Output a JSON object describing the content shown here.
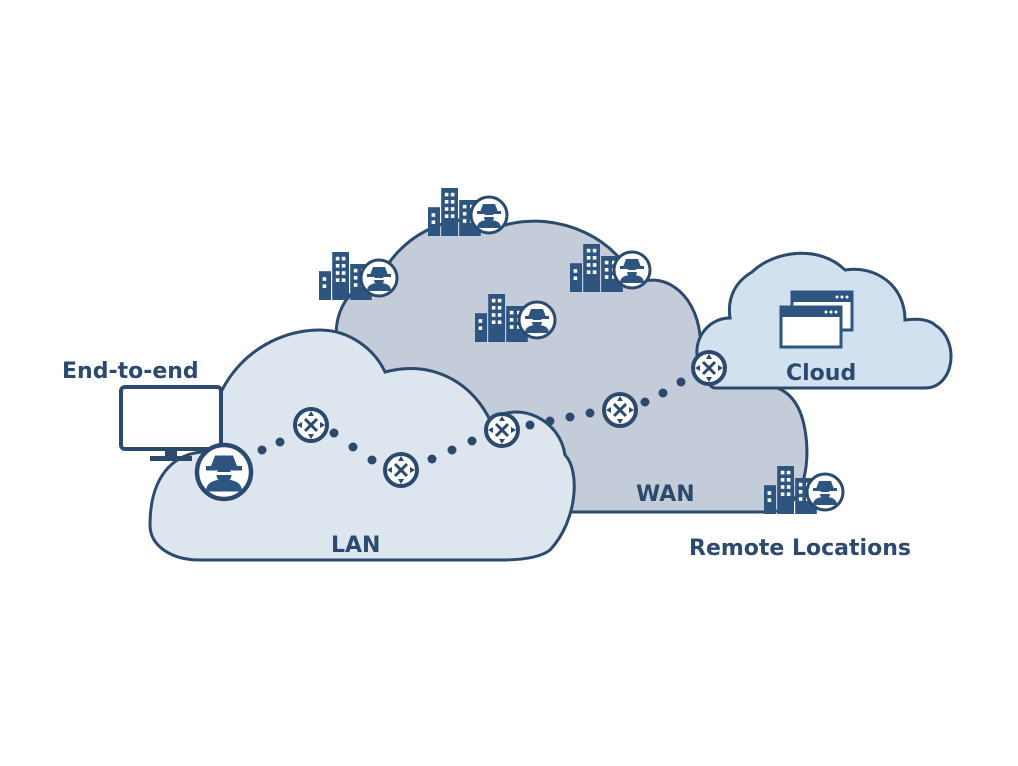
{
  "labels": {
    "end_to_end": "End-to-end",
    "lan": "LAN",
    "wan": "WAN",
    "cloud": "Cloud",
    "remote_locations": "Remote Locations"
  },
  "colors": {
    "stroke": "#2b4a6e",
    "lan_fill": "#dde5ef",
    "wan_fill": "#c4ccd9",
    "cloud_fill": "#d2e1f0",
    "icon": "#2d5580"
  },
  "icons": [
    "building-icon",
    "spy-icon",
    "monitor-icon",
    "router-icon",
    "browser-window-icon"
  ]
}
